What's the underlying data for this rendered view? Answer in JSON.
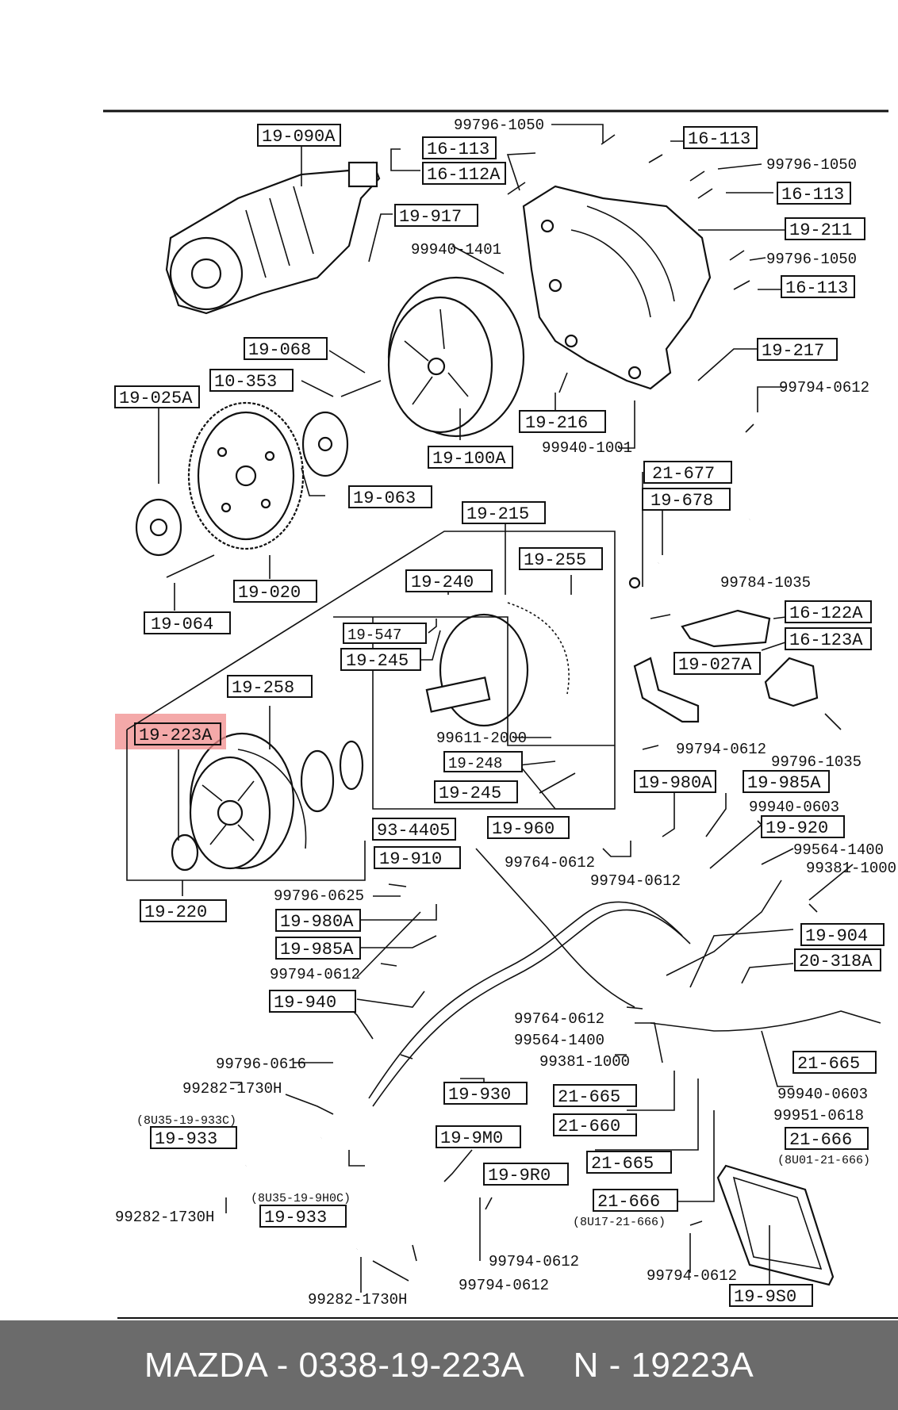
{
  "labels": {
    "l_19_090A": "19-090A",
    "l_16_113a": "16-113",
    "l_16_112A": "16-112A",
    "l_16_113b": "16-113",
    "l_16_113c": "16-113",
    "l_19_211": "19-211",
    "l_16_113d": "16-113",
    "l_19_917": "19-917",
    "l_19_068": "19-068",
    "l_10_353": "10-353",
    "l_19_025A": "19-025A",
    "l_19_217": "19-217",
    "l_19_216": "19-216",
    "l_19_100A": "19-100A",
    "l_19_063": "19-063",
    "l_21_677": "21-677",
    "l_19_678": "19-678",
    "l_19_215": "19-215",
    "l_19_020": "19-020",
    "l_19_255": "19-255",
    "l_19_064": "19-064",
    "l_19_240": "19-240",
    "l_16_122A": "16-122A",
    "l_19_547": "19-547",
    "l_16_123A": "16-123A",
    "l_19_245a": "19-245",
    "l_19_027A": "19-027A",
    "l_19_258": "19-258",
    "l_19_223A": "19-223A",
    "l_19_248": "19-248",
    "l_19_245b": "19-245",
    "l_19_980Aa": "19-980A",
    "l_19_985Aa": "19-985A",
    "l_93_4405": "93-4405",
    "l_19_960": "19-960",
    "l_19_920": "19-920",
    "l_19_910": "19-910",
    "l_19_220": "19-220",
    "l_19_980Ab": "19-980A",
    "l_19_904": "19-904",
    "l_19_985Ab": "19-985A",
    "l_20_318A": "20-318A",
    "l_19_940": "19-940",
    "l_21_665a": "21-665",
    "l_19_930": "19-930",
    "l_21_665b": "21-665",
    "l_21_660": "21-660",
    "l_21_666a": "21-666",
    "l_19_933a": "19-933",
    "l_19_9M0": "19-9M0",
    "l_19_9R0": "19-9R0",
    "l_21_665c": "21-665",
    "l_21_666b": "21-666",
    "l_19_933b": "19-933",
    "l_19_9S0": "19-9S0"
  },
  "parts": {
    "p1": "99796-1050",
    "p2": "99796-1050",
    "p3": "99940-1401",
    "p4": "99796-1050",
    "p5": "99794-0612",
    "p6": "99940-1001",
    "p7": "99784-1035",
    "p8": "99611-2000",
    "p9": "99794-0612",
    "p10": "99796-1035",
    "p11": "99940-0603",
    "p12": "99764-0612",
    "p13": "99564-1400",
    "p14": "99794-0612",
    "p15": "99381-1000",
    "p16": "99796-0625",
    "p17": "99794-0612",
    "p18": "99764-0612",
    "p19": "99564-1400",
    "p20": "99381-1000",
    "p21": "99796-0616",
    "p22": "99282-1730H",
    "p23": "99940-0603",
    "p24": "99951-0618",
    "p25": "99282-1730H",
    "p26": "99794-0612",
    "p27": "99794-0612",
    "p28": "99794-0612",
    "p29": "99282-1730H"
  },
  "notes": {
    "n1": "(8U35-19-933C)",
    "n2": "(8U01-21-666)",
    "n3": "(8U35-19-9H0C)",
    "n4": "(8U17-21-666)"
  },
  "footer": {
    "text": "MAZDA - 0338-19-223A     N - 19223A"
  },
  "highlight": {
    "part": "19-223A",
    "color": "#f08c8c"
  }
}
